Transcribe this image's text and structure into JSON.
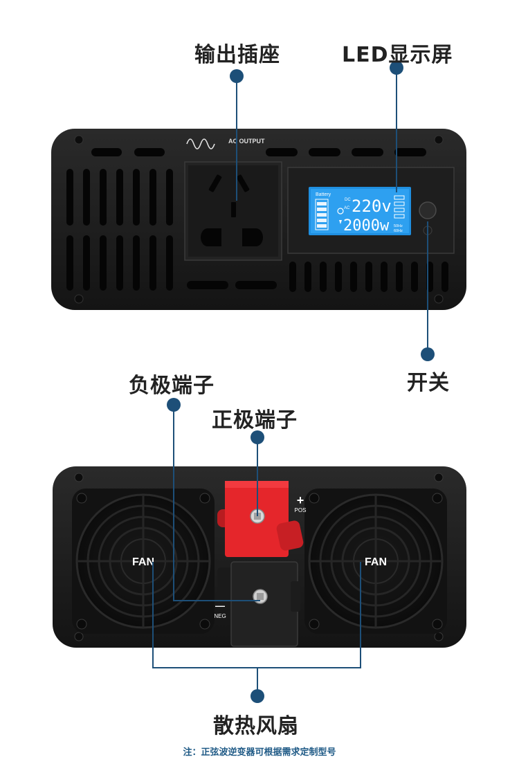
{
  "callouts": {
    "output_socket": "输出插座",
    "led_display": "LED显示屏",
    "switch": "开关",
    "negative_terminal": "负极端子",
    "positive_terminal": "正极端子",
    "cooling_fan": "散热风扇"
  },
  "front_panel": {
    "ac_output_label": "AC OUTPUT"
  },
  "lcd": {
    "battery_label": "Battery",
    "dc_label": "DC",
    "ac_label": "AC",
    "voltage": "220v",
    "power": "2000w",
    "freq_50": "50Hz",
    "freq_60": "60Hz"
  },
  "rear_panel": {
    "fan_left": "FAN",
    "fan_right": "FAN",
    "pos_sign": "+",
    "pos_label": "POS",
    "neg_sign": "—",
    "neg_label": "NEG"
  },
  "footer_note": "注：正弦波逆变器可根据需求定制型号",
  "colors": {
    "callout_line": "#1d4f78",
    "lcd_blue": "#1f8fe0",
    "terminal_red": "#e5262b",
    "device_body": "#1b1b1b"
  }
}
